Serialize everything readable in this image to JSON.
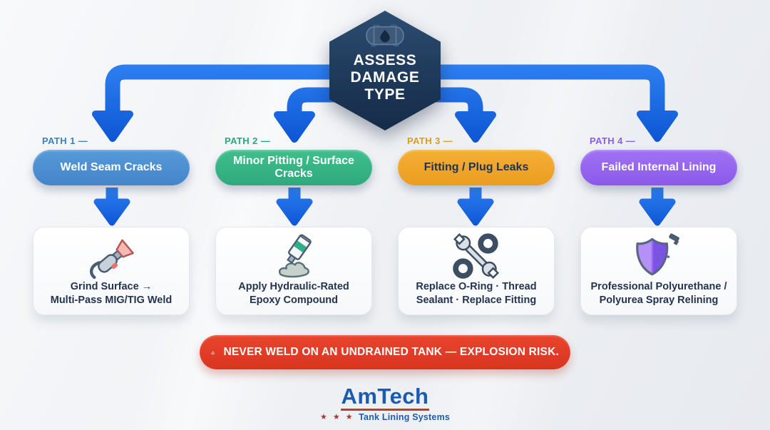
{
  "header": {
    "icon": "tank-icon",
    "line1": "ASSESS",
    "line2": "DAMAGE",
    "line3": "TYPE"
  },
  "paths": [
    {
      "label": "PATH 1 —",
      "pill_text": "Weld Seam Cracks",
      "card_line1": "Grind Surface →",
      "card_line2": "Multi-Pass MIG/TIG Weld",
      "icon": "welding-torch-icon",
      "pill_color": "#4e90d3",
      "label_color": "#3c80c4",
      "pill_text_color": "#ffffff"
    },
    {
      "label": "PATH 2 —",
      "pill_text": "Minor Pitting / Surface Cracks",
      "card_line1": "Apply Hydraulic-Rated",
      "card_line2": "Epoxy Compound",
      "icon": "epoxy-tube-icon",
      "pill_color": "#37b485",
      "label_color": "#29a878",
      "pill_text_color": "#ffffff"
    },
    {
      "label": "PATH 3 —",
      "pill_text": "Fitting / Plug Leaks",
      "card_line1": "Replace O-Ring · Thread",
      "card_line2": "Sealant · Replace Fitting",
      "icon": "wrench-orings-icon",
      "pill_color": "#f1a62b",
      "label_color": "#dd9a26",
      "pill_text_color": "#1e3350"
    },
    {
      "label": "PATH 4 —",
      "pill_text": "Failed Internal Lining",
      "card_line1": "Professional Polyurethane /",
      "card_line2": "Polyurea Spray Relining",
      "icon": "spray-shield-icon",
      "pill_color": "#9565f0",
      "label_color": "#8a5cf0",
      "pill_text_color": "#ffffff"
    }
  ],
  "warning": {
    "icon": "warning-triangle-icon",
    "text": "NEVER WELD ON AN UNDRAINED TANK — EXPLOSION RISK.",
    "color": "#e23a25"
  },
  "logo": {
    "name": "AmTech",
    "stars": "★ ★ ★",
    "tagline": "Tank Lining Systems",
    "name_color": "#1b5cb0",
    "accent_color": "#c23b2e"
  },
  "arrow_color": "#1a66e0"
}
